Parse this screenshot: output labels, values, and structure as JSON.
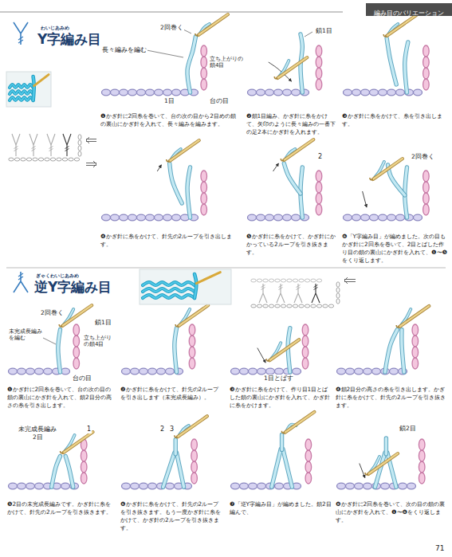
{
  "diagram": {
    "nodes": [
      {
        "text": [
          "編み目のバリエーション"
        ]
      }
    ],
    "labels": [
      "わいじあみめ",
      "Y字編み目",
      "2回巻く",
      "長々編みを編む",
      "立ち上がりの鎖4目",
      "1目",
      "台の目",
      "❶かぎ針に2回糸を巻いて、台の次の目から2目めの鎖の裏山にかぎ針を入れて、長々編みを編みます。",
      "鎖1目",
      "❷鎖1目編み、かぎ針に糸をかけて、矢印のように長々編みの一番下の足2本にかぎ針を入れます。",
      "❸かぎ針に糸をかけて、糸を引き出します。",
      "❹かぎ針に糸をかけて、針先の2ループを引き出します。",
      "2",
      "❺かぎ針に糸をかけて、かぎ針にかかっている2ループを引き抜きます。",
      "2回巻く",
      "❻「Y字編み目」が編めました。次の目もかぎ針に2回糸を巻いて、2目とばした作り目の鎖の裏山にかぎ針を入れて、❶〜❺をくり返します。",
      "ぎゃくわいじあみめ",
      "逆Y字編み目",
      "2回巻く",
      "鎖1目",
      "未完成長編みを編む",
      "立ち上がりの鎖4目",
      "台の目",
      "❶かぎ針に2回糸を巻いて、台の次の目の鎖の裏山にかぎ針を入れて、鎖2目分の高さの糸を引き出します。",
      "❷かぎ針に糸をかけて、針先の2ループを引き出します（未完成長編み）。",
      "1目とばす",
      "❸かぎ針に糸をかけて、作り目1目とばした鎖の裏山にかぎ針を入れて、かぎ針に糸をかけます。",
      "❹鎖2目分の高さの糸を引き出します。かぎ針に糸をかけて、針先の2ループを引き抜きます。",
      "未完成長編み",
      "2目",
      "1",
      "❺2目の未完成長編みです。かぎ針に糸をかけて、針先の2ループを引き抜きます。",
      "2",
      "3",
      "❻かぎ針に糸をかけて、針先の2ループを引き抜きます。もう一度かぎ針に糸をかけて、かぎ針の2ループを引き抜きます。",
      "❼「逆Y字編み目」が編めました。鎖2目編んで、",
      "鎖2目",
      "❽かぎ針に2回糸を巻いて、次の目の鎖の裏山にかぎ針を入れて、❶〜❻をくり返します。",
      "71"
    ]
  }
}
